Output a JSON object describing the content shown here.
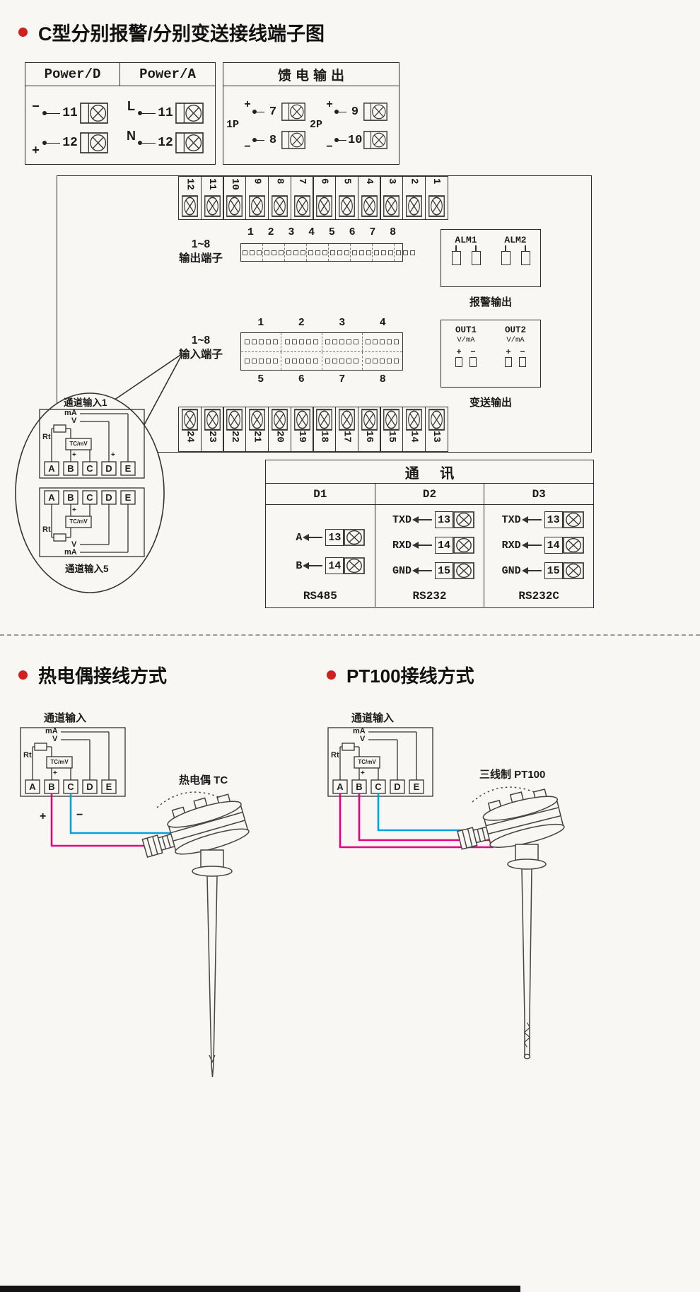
{
  "page": {
    "bg": "#f8f7f4",
    "line": "#333333",
    "accent_red": "#cf1f1f",
    "wire_pink": "#e5007d",
    "wire_cyan": "#00a3dc"
  },
  "sections": {
    "main_title": "C型分别报警/分别变送接线端子图",
    "tc_title": "热电偶接线方式",
    "pt100_title": "PT100接线方式"
  },
  "power": {
    "col_d": {
      "header": "Power/D",
      "terminals": [
        {
          "sign": "−",
          "num": "11"
        },
        {
          "sign": "+",
          "num": "12"
        }
      ]
    },
    "col_a": {
      "header": "Power/A",
      "terminals": [
        {
          "sign": "L",
          "num": "11"
        },
        {
          "sign": "N",
          "num": "12"
        }
      ]
    }
  },
  "feed_output": {
    "title": "馈电输出",
    "groups": [
      {
        "label": "1P",
        "terminals": [
          {
            "sign": "+",
            "num": "7"
          },
          {
            "sign": "−",
            "num": "8"
          }
        ]
      },
      {
        "label": "2P",
        "terminals": [
          {
            "sign": "+",
            "num": "9"
          },
          {
            "sign": "−",
            "num": "10"
          }
        ]
      }
    ]
  },
  "terminal_strips": {
    "top": [
      "12",
      "11",
      "10",
      "9",
      "8",
      "7",
      "6",
      "5",
      "4",
      "3",
      "2",
      "1"
    ],
    "bottom": [
      "24",
      "23",
      "22",
      "21",
      "20",
      "19",
      "18",
      "17",
      "16",
      "15",
      "14",
      "13"
    ]
  },
  "output_block": {
    "label_line1": "1~8",
    "label_line2": "输出端子",
    "numbers": [
      "1",
      "2",
      "3",
      "4",
      "5",
      "6",
      "7",
      "8"
    ]
  },
  "alarm_block": {
    "labels": [
      "ALM1",
      "ALM2"
    ],
    "caption": "报警输出"
  },
  "input_block": {
    "label_line1": "1~8",
    "label_line2": "输入端子",
    "numbers_top": [
      "1",
      "2",
      "3",
      "4"
    ],
    "numbers_bottom": [
      "5",
      "6",
      "7",
      "8"
    ]
  },
  "transmit_block": {
    "outputs": [
      {
        "label": "OUT1",
        "unit": "V/mA"
      },
      {
        "label": "OUT2",
        "unit": "V/mA"
      }
    ],
    "plus": "+",
    "minus": "−",
    "caption": "变送输出"
  },
  "bubble": {
    "label_top": "通道输入1",
    "label_bottom": "通道输入5"
  },
  "channel_diagram": {
    "terminals": [
      "A",
      "B",
      "C",
      "D",
      "E"
    ],
    "rt": "Rt",
    "tc": "TC/mV",
    "v": "V",
    "ma": "mA",
    "plus": "+"
  },
  "comm": {
    "title": "通 讯",
    "columns": [
      {
        "header": "D1",
        "rows": [
          {
            "label": "A",
            "num": "13"
          },
          {
            "label": "B",
            "num": "14"
          }
        ],
        "caption": "RS485"
      },
      {
        "header": "D2",
        "rows": [
          {
            "label": "TXD",
            "num": "13"
          },
          {
            "label": "RXD",
            "num": "14"
          },
          {
            "label": "GND",
            "num": "15"
          }
        ],
        "caption": "RS232"
      },
      {
        "header": "D3",
        "rows": [
          {
            "label": "TXD",
            "num": "13"
          },
          {
            "label": "RXD",
            "num": "14"
          },
          {
            "label": "GND",
            "num": "15"
          }
        ],
        "caption": "RS232C"
      }
    ]
  },
  "tc_section": {
    "channel_label": "通道输入",
    "probe_label": "热电偶 TC",
    "plus": "+",
    "minus": "−"
  },
  "pt_section": {
    "channel_label": "通道输入",
    "probe_label": "三线制 PT100"
  }
}
